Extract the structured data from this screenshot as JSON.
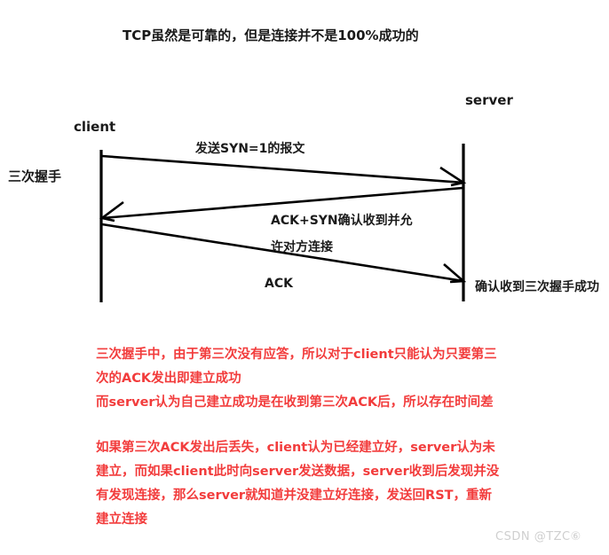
{
  "page": {
    "background": "#ffffff",
    "ink": "#1a1a1a",
    "note_color": "#f23c3c",
    "watermark_color": "#cfcfcf"
  },
  "diagram": {
    "title": "TCP虽然是可靠的，但是连接并不是100%成功的",
    "side_label": "三次握手",
    "client_label": "client",
    "server_label": "server",
    "messages": [
      {
        "id": "syn",
        "label": "发送SYN=1的报文",
        "direction": "client-to-server"
      },
      {
        "id": "ack-syn",
        "label_line1": "ACK+SYN确认收到并允",
        "label_line2": "许对方连接",
        "direction": "server-to-client"
      },
      {
        "id": "ack",
        "label": "ACK",
        "direction": "client-to-server"
      }
    ],
    "server_note": "确认收到三次握手成功"
  },
  "notes": {
    "block1": [
      "三次握手中，由于第三次没有应答，所以对于client只能认为只要第三",
      "次的ACK发出即建立成功",
      "而server认为自己建立成功是在收到第三次ACK后，所以存在时间差"
    ],
    "block2": [
      "如果第三次ACK发出后丢失，client认为已经建立好，server认为未",
      "建立，而如果client此时向server发送数据，server收到后发现并没",
      "有发现连接，那么server就知道并没建立好连接，发送回RST，重新",
      "建立连接"
    ]
  },
  "watermark": {
    "text": "CSDN @TZC⑥"
  }
}
